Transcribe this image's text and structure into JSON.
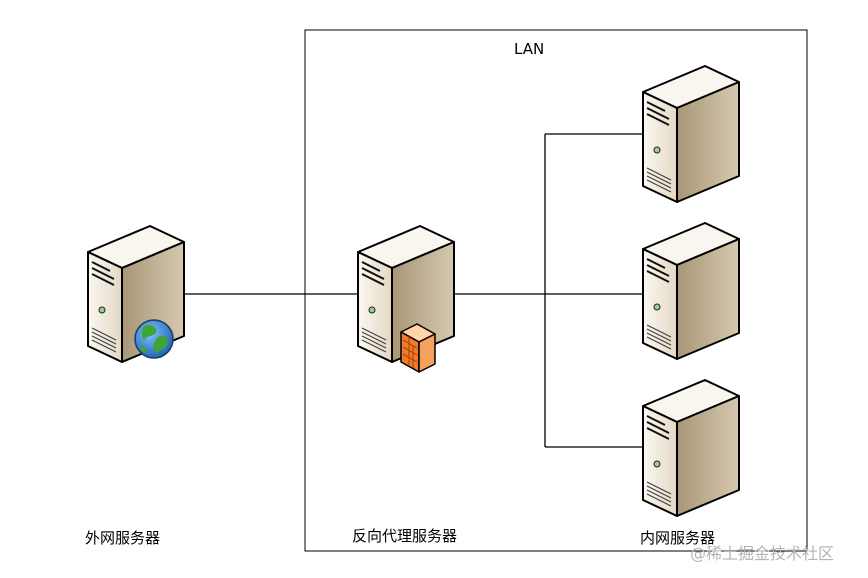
{
  "lan_label": "LAN",
  "nodes": {
    "external_server": "外网服务器",
    "reverse_proxy": "反向代理服务器",
    "internal_servers": "内网服务器"
  },
  "watermark": "@稀土掘金技术社区",
  "colors": {
    "server_front": "#ece3d3",
    "server_side": "#bfae95",
    "server_top": "#f8f4ec",
    "firewall": "#f28a3a",
    "globe_water": "#2d7fd1",
    "globe_land": "#3da435",
    "line": "#000000"
  }
}
